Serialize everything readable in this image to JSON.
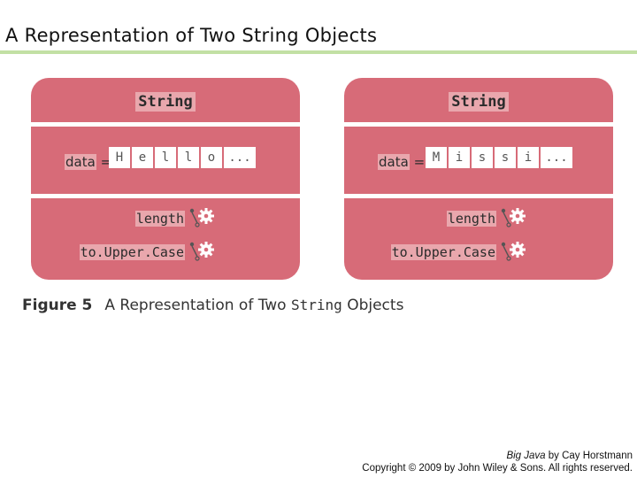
{
  "slide_title": "A Representation of Two String Objects",
  "objects": [
    {
      "class_name": "String",
      "field_name": "data",
      "field_equals": "=",
      "chars": [
        "H",
        "e",
        "l",
        "l",
        "o",
        "..."
      ],
      "methods": [
        "length",
        "to.Upper.Case"
      ]
    },
    {
      "class_name": "String",
      "field_name": "data",
      "field_equals": "=",
      "chars": [
        "M",
        "i",
        "s",
        "s",
        "i",
        "..."
      ],
      "methods": [
        "length",
        "to.Upper.Case"
      ]
    }
  ],
  "caption": {
    "figure_label": "Figure 5",
    "text_before": "A Representation of Two ",
    "code": "String",
    "text_after": " Objects"
  },
  "credits": {
    "book_title": "Big Java",
    "author_line": " by Cay Horstmann",
    "copyright": "Copyright © 2009 by John Wiley & Sons.  All rights reserved."
  },
  "colors": {
    "object_fill": "#d76b78",
    "highlight": "#e9a7ad",
    "title_rule": "#c2e0a4"
  },
  "icons": [
    "gear-method-icon"
  ]
}
